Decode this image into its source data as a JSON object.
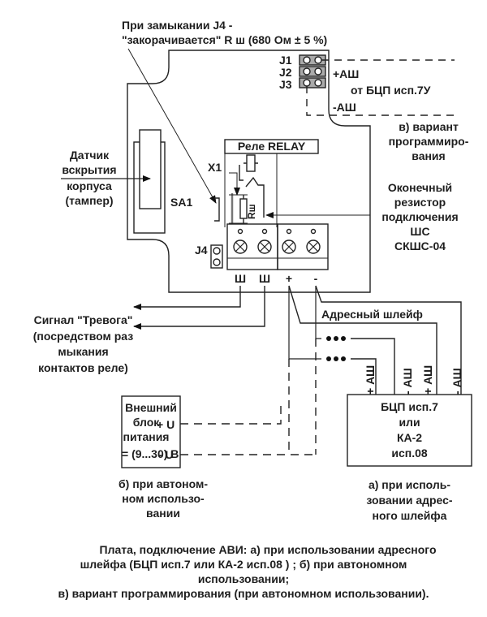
{
  "top_note": {
    "line1": "При замыкании J4 -",
    "line2": "\"закорачивается\" R ш (680 Ом ± 5 %)"
  },
  "jumpers": {
    "j1": "J1",
    "j2": "J2",
    "j3": "J3",
    "j4": "J4",
    "plus_ash": "+АШ",
    "from_bcp": "от БЦП исп.7У",
    "minus_ash": "-АШ"
  },
  "variant_v": {
    "line1": "в) вариант",
    "line2": "программиро-",
    "line3": "вания"
  },
  "tamper": {
    "line1": "Датчик",
    "line2": "вскрытия",
    "line3": "корпуса",
    "line4": "(тампер)",
    "sa1": "SA1"
  },
  "relay": {
    "title": "Реле RELAY",
    "x1": "X1",
    "r_shunt": "Rш"
  },
  "end_resistor": {
    "line1": "Оконечный",
    "line2": "резистор",
    "line3": "подключения",
    "line4": "ШС",
    "line5": "СКШС-04"
  },
  "terminals": [
    "Ш",
    "Ш",
    "+",
    "-"
  ],
  "alarm_signal": {
    "line1": "Сигнал \"Тревога\"",
    "line2": "(посредством раз",
    "line3": "мыкания",
    "line4": "контактов реле)"
  },
  "address_loop": {
    "label": "Адресный шлейф",
    "dots": "●●●",
    "pins": [
      "+ АШ",
      "- АШ",
      "+ АШ",
      "- АШ"
    ]
  },
  "power_block": {
    "line1": "Внешний",
    "line2": "блок",
    "line3": "питания",
    "line4": "= (9...30) В",
    "plus_u": "+ U",
    "minus_u": "- U"
  },
  "variant_b": {
    "line1": "б) при автоном-",
    "line2": "ном использо-",
    "line3": "вании"
  },
  "bcp_block": {
    "line1": "БЦП исп.7",
    "line2": "или",
    "line3": "КА-2",
    "line4": "исп.08"
  },
  "variant_a": {
    "line1": "а) при исполь-",
    "line2": "зовании адрес-",
    "line3": "ного шлейфа"
  },
  "caption": {
    "line1": "Плата, подключение АВИ: а) при использовании адресного",
    "line2": "шлейфа (БЦП исп.7 или КА-2 исп.08 ) ; б) при автономном",
    "line3": "использовании;",
    "line4": "в) вариант программирования (при автономном использовании)."
  }
}
